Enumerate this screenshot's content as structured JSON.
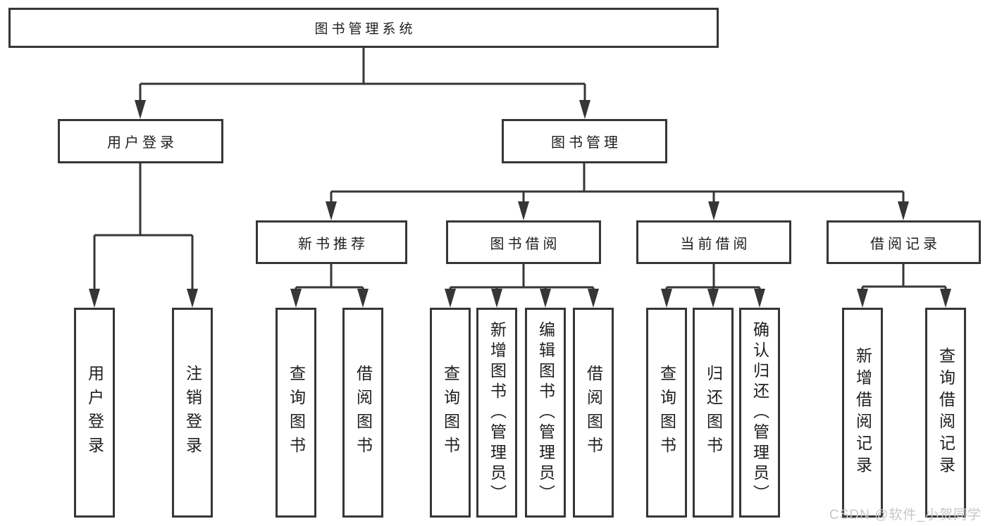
{
  "tree": {
    "label": "图书管理系统",
    "children": [
      {
        "label": "用户登录",
        "children": [
          {
            "label": "用户登录"
          },
          {
            "label": "注销登录"
          }
        ]
      },
      {
        "label": "图书管理",
        "children": [
          {
            "label": "新书推荐",
            "children": [
              {
                "label": "查询图书"
              },
              {
                "label": "借阅图书"
              }
            ]
          },
          {
            "label": "图书借阅",
            "children": [
              {
                "label": "查询图书"
              },
              {
                "label": "新增图书（管理员）"
              },
              {
                "label": "编辑图书（管理员）"
              },
              {
                "label": "借阅图书"
              }
            ]
          },
          {
            "label": "当前借阅",
            "children": [
              {
                "label": "查询图书"
              },
              {
                "label": "归还图书"
              },
              {
                "label": "确认归还（管理员）"
              }
            ]
          },
          {
            "label": "借阅记录",
            "children": [
              {
                "label": "新增借阅记录"
              },
              {
                "label": "查询借阅记录"
              }
            ]
          }
        ]
      }
    ]
  },
  "watermark": "CSDN @软件_小贺同学",
  "colors": {
    "line": "#363636",
    "text": "#1e1e1e",
    "background": "#ffffff",
    "watermark": "#c7c7c7"
  }
}
